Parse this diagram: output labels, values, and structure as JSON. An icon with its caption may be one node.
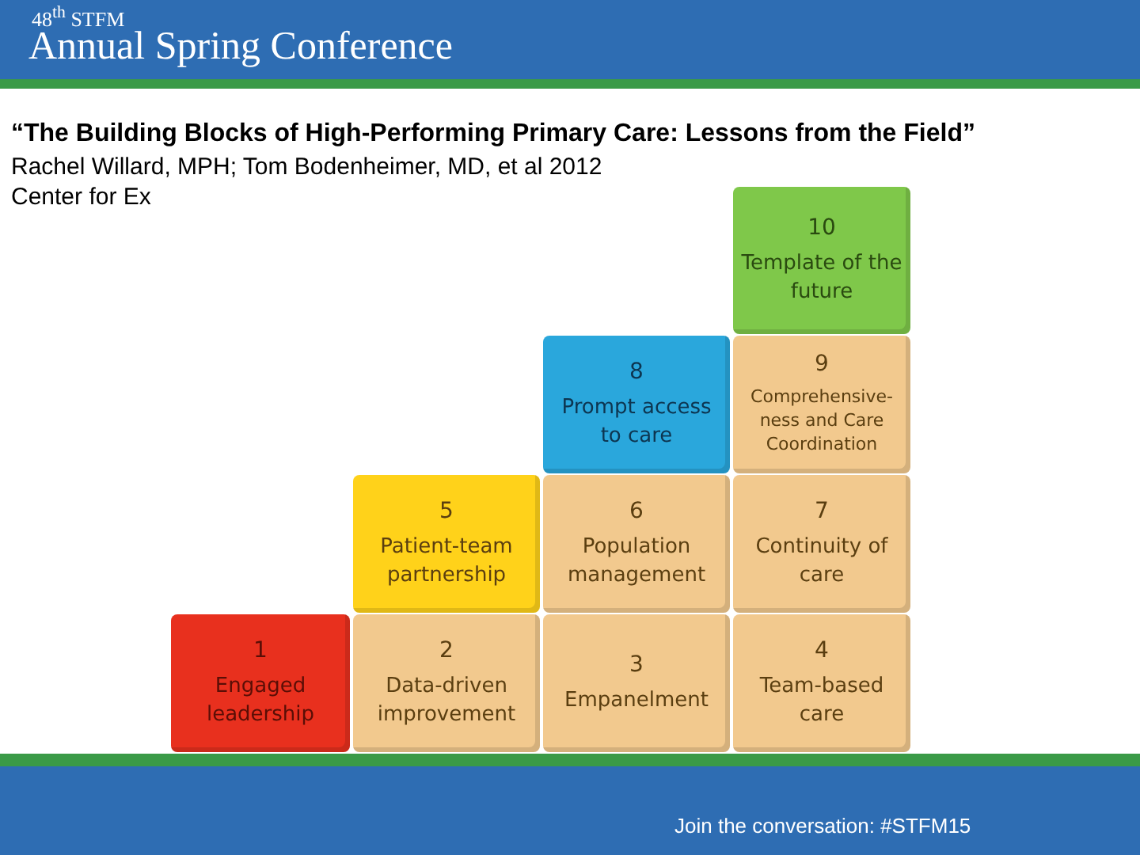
{
  "diagram": {
    "title": "“The Building Blocks of High-Performing Primary Care: Lessons from the Field”",
    "nodes": [
      {
        "text": [
          "1",
          "Engaged leadership"
        ]
      },
      {
        "text": [
          "2",
          "Data-driven improvement"
        ]
      },
      {
        "text": [
          "3",
          "Empanelment"
        ]
      },
      {
        "text": [
          "4",
          "Team-based care"
        ]
      },
      {
        "text": [
          "5",
          "Patient-team partnership"
        ]
      },
      {
        "text": [
          "6",
          "Population management"
        ]
      },
      {
        "text": [
          "7",
          "Continuity of care"
        ]
      },
      {
        "text": [
          "8",
          "Prompt access to care"
        ]
      },
      {
        "text": [
          "9",
          "Comprehensive-ness and Care Coordination"
        ]
      },
      {
        "text": [
          "10",
          "Template of the future"
        ]
      }
    ],
    "labels": [
      "48$^{th}$ STFM",
      "Annual Spring Conference",
      "Rachel Willard, MPH; Tom Bodenheimer, MD,  et al 2012",
      "Center for Ex",
      "Join the conversation: #STFM15"
    ]
  }
}
